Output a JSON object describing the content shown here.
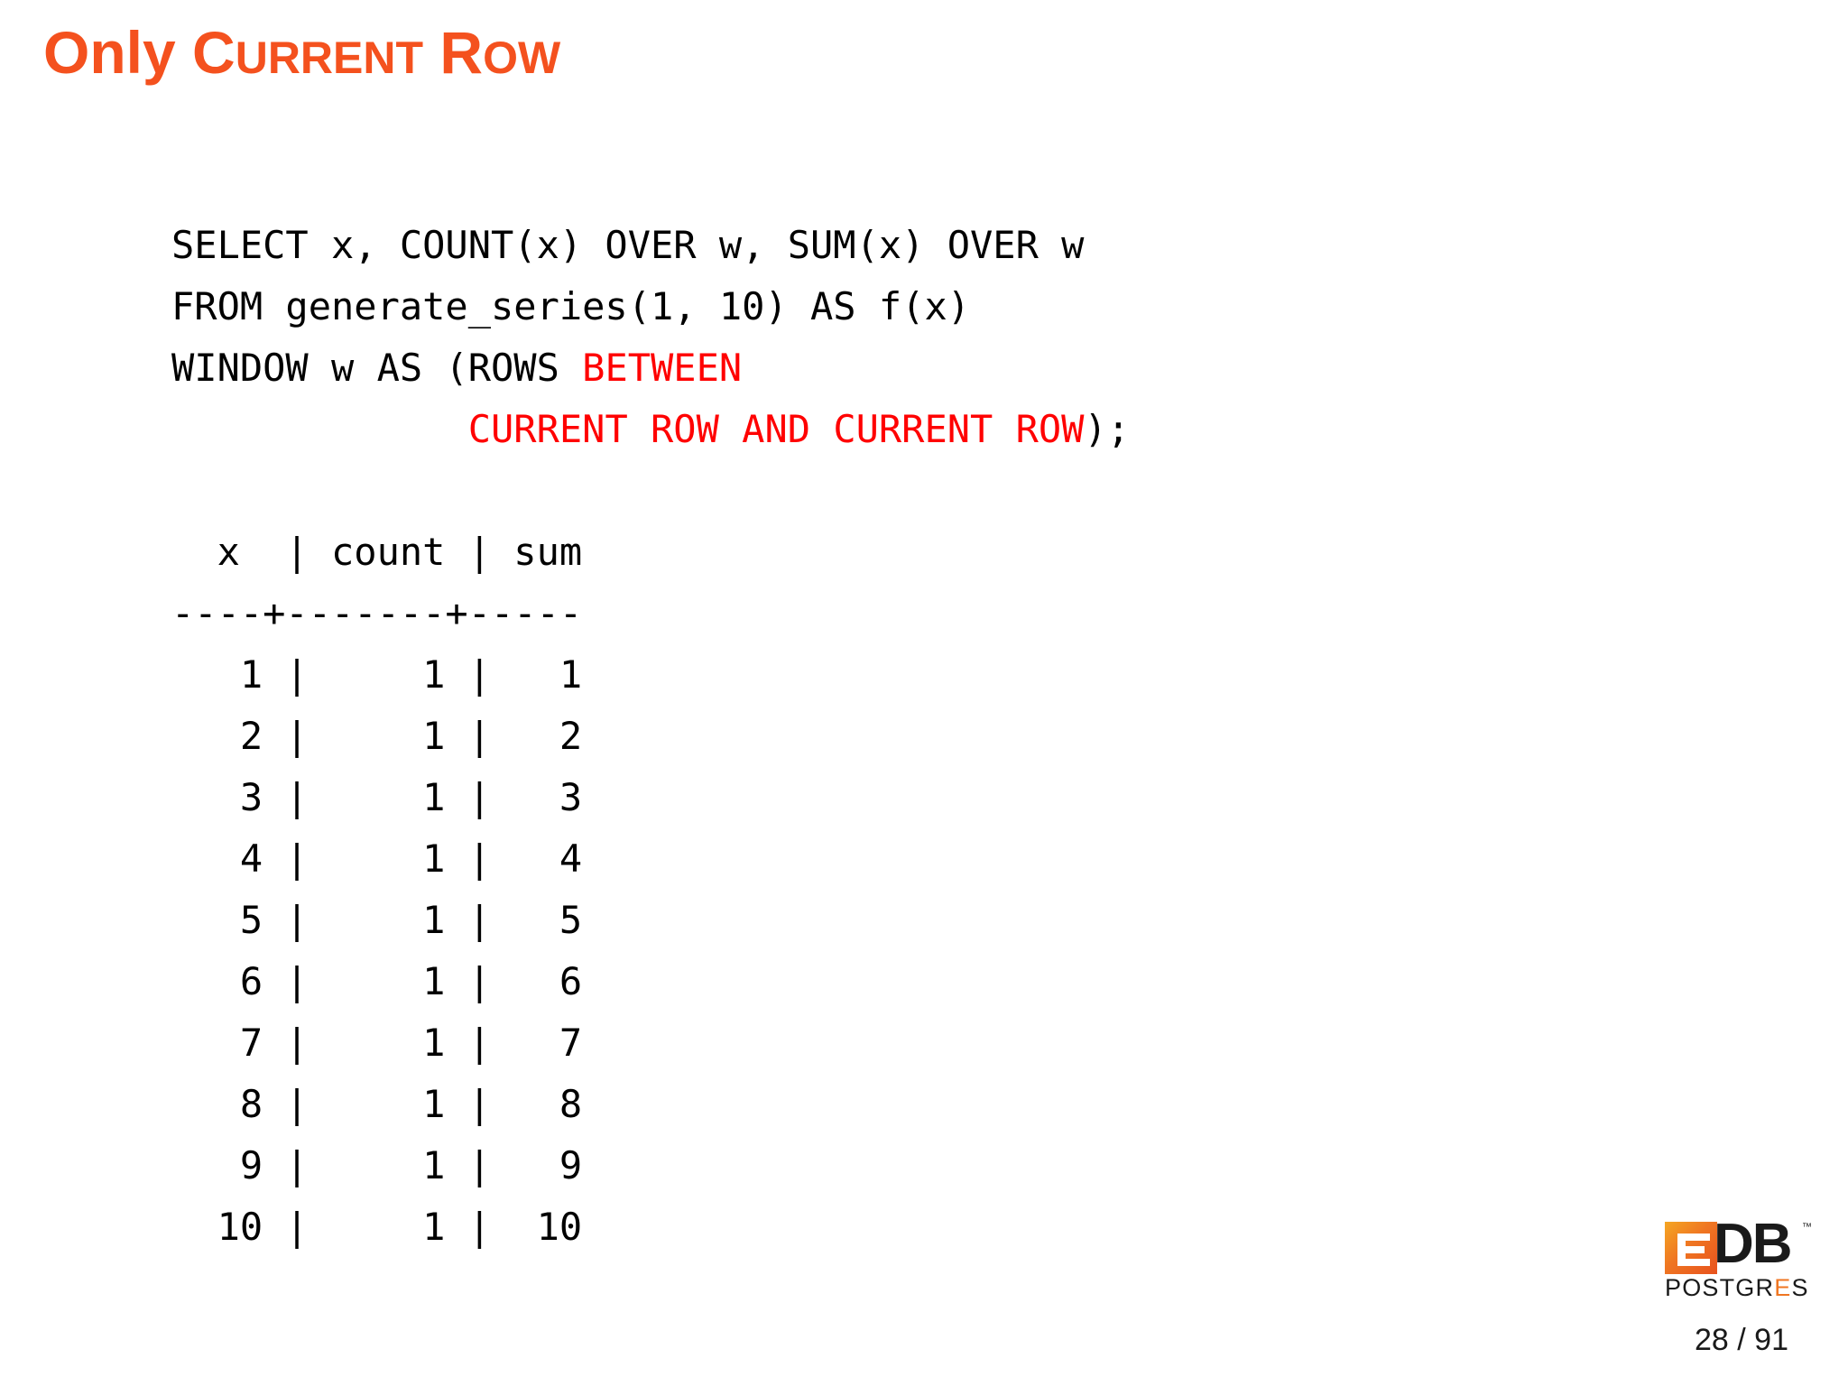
{
  "slide": {
    "title": {
      "word1": "Only",
      "word2_cap": "C",
      "word2_rest": "URRENT",
      "word3_cap": "R",
      "word3_rest": "OW",
      "full_text": "Only CURRENT ROW"
    },
    "accent_color": "#f4511e",
    "keyword_color": "#ff0000",
    "text_color": "#000000",
    "background_color": "#ffffff"
  },
  "code": {
    "line1": "SELECT x, COUNT(x) OVER w, SUM(x) OVER w",
    "line2": "FROM generate_series(1, 10) AS f(x)",
    "line3_plain": "WINDOW w AS (ROWS ",
    "line3_keyword": "BETWEEN",
    "line4_indent": "             ",
    "line4_keyword": "CURRENT ROW AND CURRENT ROW",
    "line4_tail": ");"
  },
  "result": {
    "header": "  x  | count | sum ",
    "separator": "----+-------+-----",
    "columns": [
      "x",
      "count",
      "sum"
    ],
    "rows": [
      {
        "x": "1",
        "count": "1",
        "sum": "1"
      },
      {
        "x": "2",
        "count": "1",
        "sum": "2"
      },
      {
        "x": "3",
        "count": "1",
        "sum": "3"
      },
      {
        "x": "4",
        "count": "1",
        "sum": "4"
      },
      {
        "x": "5",
        "count": "1",
        "sum": "5"
      },
      {
        "x": "6",
        "count": "1",
        "sum": "6"
      },
      {
        "x": "7",
        "count": "1",
        "sum": "7"
      },
      {
        "x": "8",
        "count": "1",
        "sum": "8"
      },
      {
        "x": "9",
        "count": "1",
        "sum": "9"
      },
      {
        "x": "10",
        "count": "1",
        "sum": "10"
      }
    ],
    "rows_text": "   1 |     1 |   1\n   2 |     1 |   2\n   3 |     1 |   3\n   4 |     1 |   4\n   5 |     1 |   5\n   6 |     1 |   6\n   7 |     1 |   7\n   8 |     1 |   8\n   9 |     1 |   9\n  10 |     1 |  10"
  },
  "logo": {
    "mark_text": "DB",
    "trademark": "™",
    "wordmark_pre": "POSTGR",
    "wordmark_highlight": "E",
    "wordmark_post": "S",
    "brand_orange": "#ef7622"
  },
  "footer": {
    "page_number": "28 / 91",
    "current_page": 28,
    "total_pages": 91
  }
}
